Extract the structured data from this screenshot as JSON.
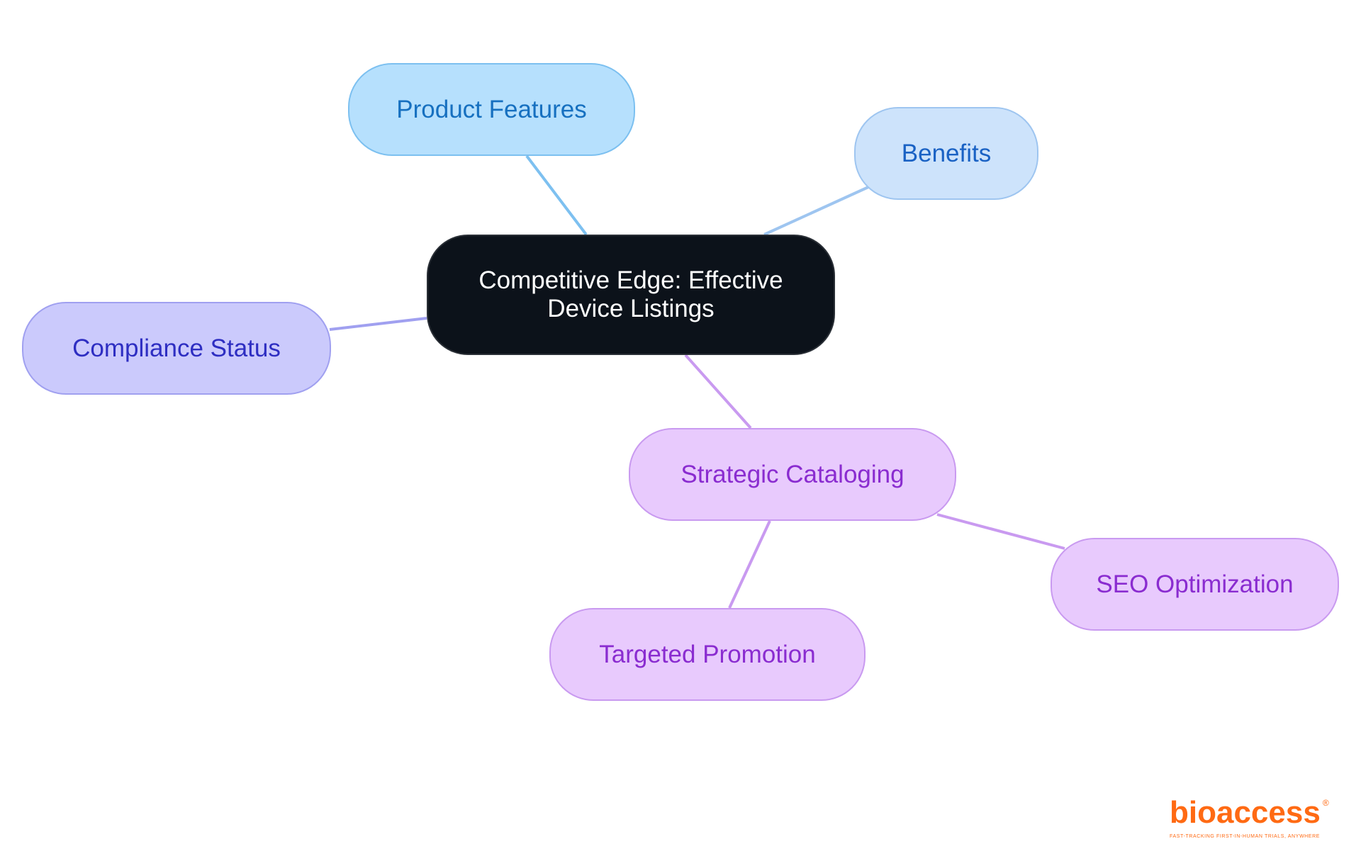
{
  "center": {
    "label": "Competitive Edge: Effective Device Listings"
  },
  "branches": {
    "product_features": "Product Features",
    "benefits": "Benefits",
    "compliance_status": "Compliance Status",
    "strategic_cataloging": "Strategic Cataloging",
    "seo_optimization": "SEO Optimization",
    "targeted_promotion": "Targeted Promotion"
  },
  "logo": {
    "name": "bioaccess",
    "registered": "®",
    "tagline": "FAST-TRACKING FIRST-IN-HUMAN TRIALS, ANYWHERE"
  },
  "colors": {
    "center": "#0c121a",
    "blue": "#b6e0fd",
    "light_blue": "#cde3fb",
    "indigo": "#cbcafc",
    "purple": "#e8cafd",
    "brand": "#ff6a13"
  }
}
